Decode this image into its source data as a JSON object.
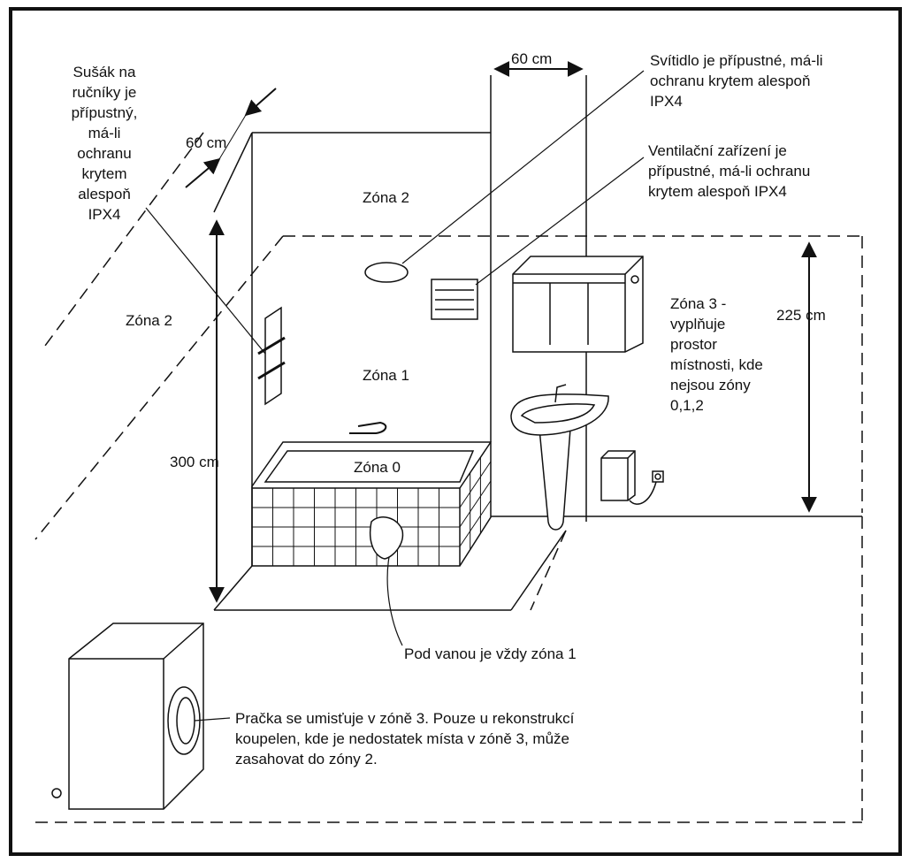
{
  "dimensions": {
    "width_left": "60 cm",
    "width_top": "60 cm",
    "height_total": "300 cm",
    "height_zone1": "225 cm"
  },
  "zones": {
    "zone2_top": "Zóna 2",
    "zone2_side": "Zóna 2",
    "zone1": "Zóna 1",
    "zone0": "Zóna 0",
    "zone3_lines": [
      "Zóna 3 -",
      "vyplňuje",
      "prostor",
      "místnosti, kde",
      "nejsou zóny",
      "0,1,2"
    ]
  },
  "notes": {
    "towel_rail": [
      "Sušák na",
      "ručníky je",
      "přípustný,",
      "má-li",
      "ochranu",
      "krytem",
      "alespoň",
      "IPX4"
    ],
    "light": [
      "Svítidlo je přípustné, má-li",
      "ochranu krytem alespoň",
      "IPX4"
    ],
    "ventilation": [
      "Ventilační zařízení je",
      "přípustné, má-li ochranu",
      "krytem alespoň IPX4"
    ],
    "under_bath": "Pod vanou je vždy zóna 1",
    "washer": [
      "Pračka se umisťuje v zóně 3. Pouze u rekonstrukcí",
      "koupelen, kde je nedostatek místa v zóně 3, může",
      "zasahovat do zóny 2."
    ]
  }
}
